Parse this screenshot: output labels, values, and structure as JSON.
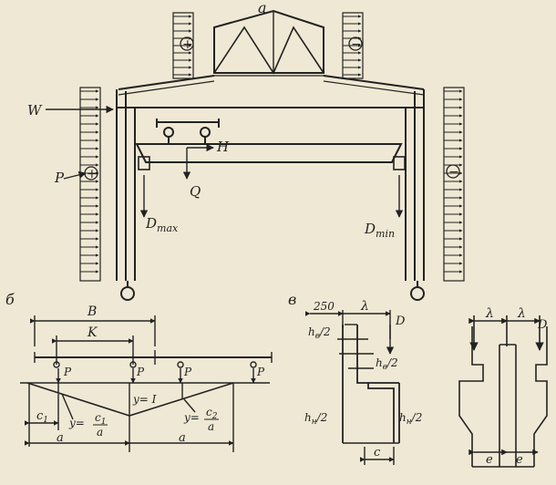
{
  "labels": {
    "panel_a": "а",
    "panel_b": "б",
    "panel_v": "в",
    "wind": "W",
    "pressure": "P",
    "crane_h": "H",
    "crane_q": "Q",
    "d_max": "D",
    "d_max_sub": "max",
    "d_min": "D",
    "d_min_sub": "min",
    "plus_sign": "+",
    "minus_sign": "−",
    "span_B": "B",
    "span_K": "K",
    "wheel_p": "P",
    "y_one": "y= I",
    "c1": "c",
    "c1_sub": "1",
    "y_eq1": "y=",
    "frac1_num": "c",
    "frac1_num_sub": "1",
    "frac1_den": "a",
    "y_eq2": "y=",
    "frac2_num": "c",
    "frac2_num_sub": "2",
    "frac2_den": "a",
    "a_small": "a",
    "a_big": "a",
    "dim_250": "250",
    "lambda": "λ",
    "force_D": "D",
    "hb2_left": "h",
    "hb2_left_sub": "в",
    "hb2_left_tail": "/2",
    "hb2_right": "h",
    "hb2_right_sub": "в",
    "hb2_right_tail": "/2",
    "hn2_left": "h",
    "hn2_left_sub": "н",
    "hn2_left_tail": "/2",
    "hn2_right": "h",
    "hn2_right_sub": "н",
    "hn2_right_tail": "/2",
    "ecc_c": "c",
    "lambda_1": "λ",
    "lambda_2": "λ",
    "force_D2": "D",
    "ecc_e1": "e",
    "ecc_e2": "e"
  },
  "colors": {
    "ink": "#222222",
    "paper": "#efe8d4"
  }
}
